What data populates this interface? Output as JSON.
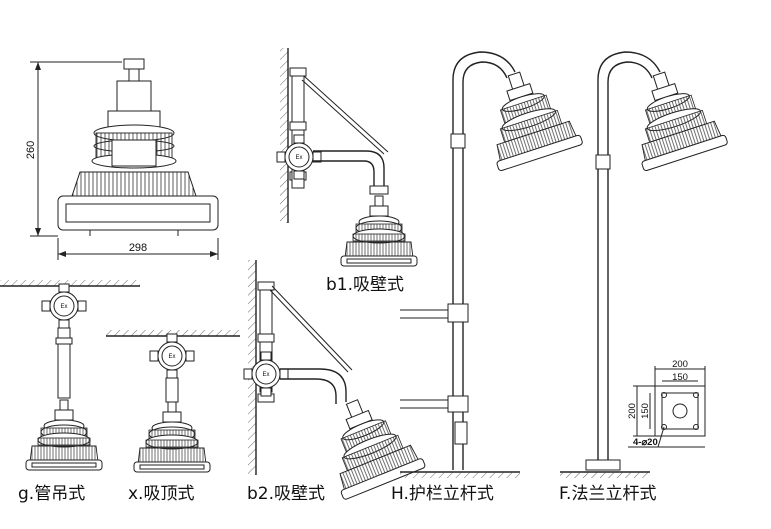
{
  "dimensions": {
    "height": "260",
    "width": "298",
    "flange_outer": "200",
    "flange_inner": "150",
    "flange_outer_v": "200",
    "flange_inner_v": "150",
    "bolt_holes": "4-⌀20"
  },
  "lamp_marking": "Ex",
  "captions": {
    "wall_b1": "b1.吸壁式",
    "pendant_g": "g.管吊式",
    "ceiling_x": "x.吸顶式",
    "wall_b2": "b2.吸壁式",
    "guardrail_h": "H.护栏立杆式",
    "flange_f": "F.法兰立杆式"
  }
}
